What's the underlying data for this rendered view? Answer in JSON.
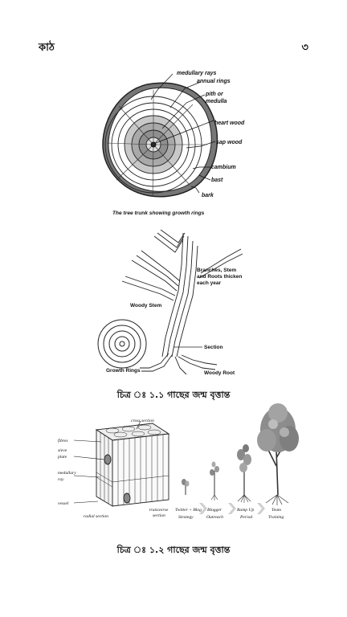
{
  "header": {
    "left": "কাঠ",
    "right": "৩"
  },
  "figure1": {
    "labels": {
      "medullary_rays": "medullary rays",
      "annual_rings": "annual rings",
      "pith": "pith or",
      "medulla": "medulla",
      "heart_wood": "heart wood",
      "sap_wood": "sap wood",
      "cambium": "cambium",
      "bast": "bast",
      "bark": "bark"
    },
    "caption": "The tree trunk showing growth rings"
  },
  "figure2": {
    "labels": {
      "branches_1": "Branches, Stem",
      "branches_2": "and Roots thicken",
      "branches_3": "each year",
      "woody_stem": "Woody Stem",
      "section": "Section",
      "growth_rings": "Growth Rings",
      "woody_root": "Woody Root"
    }
  },
  "caption1": "চিত্র ঃ ১.১ গাছের জন্ম বৃত্তান্ত",
  "figure3": {
    "labels": {
      "cross_section": "cross section",
      "fibres": "fibres",
      "sieve": "sieve",
      "plate": "plate",
      "medullary": "medullary",
      "ray": "ray",
      "vessel": "vessel",
      "radial_section": "radial section",
      "transverse_1": "transverse",
      "transverse_2": "section"
    },
    "stages": [
      {
        "line1": "Twitter + Blog",
        "line2": "Strategy"
      },
      {
        "line1": "Blogger",
        "line2": "Outreach"
      },
      {
        "line1": "Ramp Up",
        "line2": "Period"
      },
      {
        "line1": "Team",
        "line2": "Training"
      }
    ]
  },
  "caption2": "চিত্র ঃ ১.২ গাছের জন্ম বৃত্তান্ত"
}
